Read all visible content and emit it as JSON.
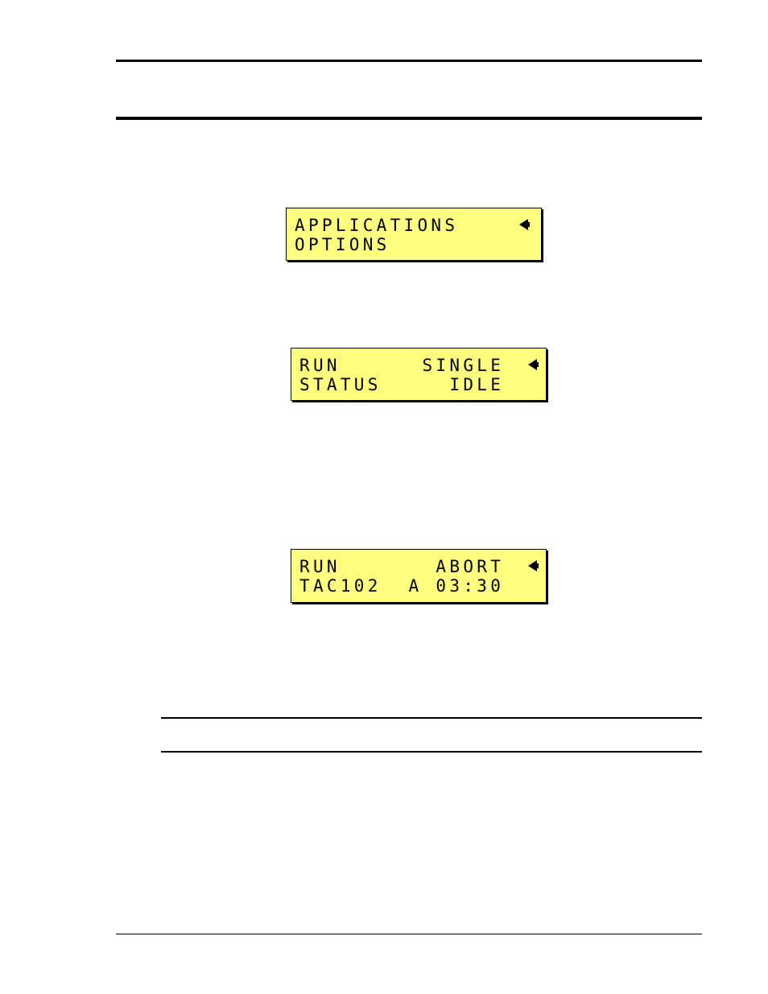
{
  "displays": [
    {
      "line1": "APPLICATIONS",
      "line2": "OPTIONS",
      "cursor_icon": "left-arrow-icon"
    },
    {
      "line1": "RUN      SINGLE",
      "line2": "STATUS     IDLE",
      "cursor_icon": "left-arrow-icon"
    },
    {
      "line1": "RUN       ABORT",
      "line2": "TAC102  A 03:30",
      "cursor_icon": "left-arrow-icon"
    }
  ],
  "colors": {
    "lcd_background": "#ffff80",
    "rule": "#000000",
    "text": "#000000"
  }
}
